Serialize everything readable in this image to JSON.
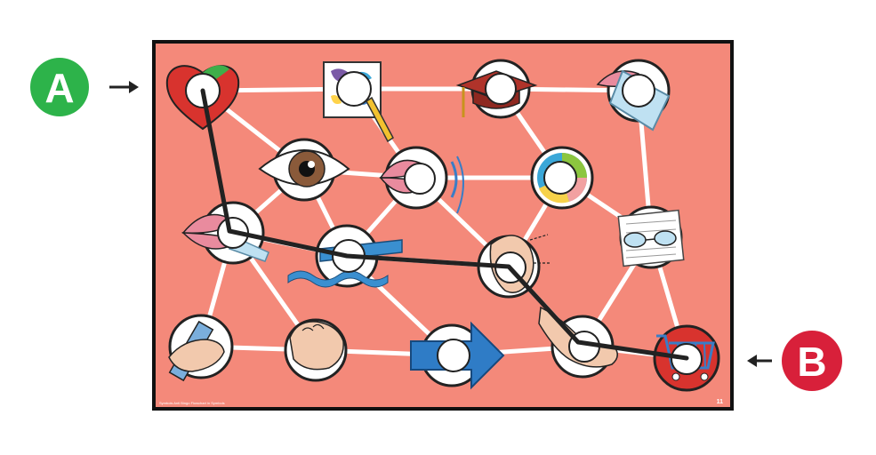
{
  "markers": {
    "start": {
      "label": "A",
      "color": "#2db34a",
      "arrow": "→"
    },
    "end": {
      "label": "B",
      "color": "#d8203a",
      "arrow": "←"
    }
  },
  "board": {
    "background_color": "#f4897a",
    "border_color": "#111111",
    "footer_left": "Symbols Anti Bingo Flowchart in Symbols",
    "page_number": "11"
  },
  "path_color": "#222222",
  "nodes": [
    {
      "id": "heart",
      "icon": "heart-icon"
    },
    {
      "id": "map",
      "icon": "map-drawing-icon"
    },
    {
      "id": "graduation",
      "icon": "graduation-cap-icon"
    },
    {
      "id": "drinking",
      "icon": "drinking-glass-icon"
    },
    {
      "id": "eye",
      "icon": "eye-icon"
    },
    {
      "id": "mouth-speak",
      "icon": "mouth-sound-icon"
    },
    {
      "id": "chart",
      "icon": "pie-chart-icon"
    },
    {
      "id": "mouth-tongue",
      "icon": "mouth-tongue-icon"
    },
    {
      "id": "swim",
      "icon": "swimming-icon"
    },
    {
      "id": "ear",
      "icon": "ear-icon"
    },
    {
      "id": "reading",
      "icon": "reading-glasses-icon"
    },
    {
      "id": "ruler",
      "icon": "hand-ruler-icon"
    },
    {
      "id": "hand",
      "icon": "hand-icon"
    },
    {
      "id": "arrow",
      "icon": "right-arrow-icon"
    },
    {
      "id": "hand-point",
      "icon": "pointing-hand-icon"
    },
    {
      "id": "cart",
      "icon": "shopping-cart-icon"
    }
  ]
}
